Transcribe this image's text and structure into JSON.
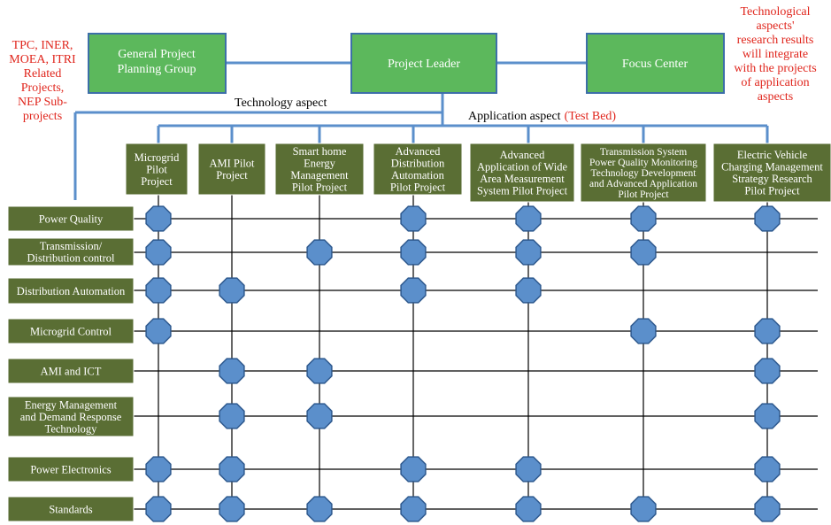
{
  "top_boxes": {
    "planning": "General Project Planning Group",
    "leader": "Project Leader",
    "focus": "Focus Center"
  },
  "side_notes": {
    "left": [
      "TPC, INER,",
      "MOEA, ITRI",
      "Related",
      "Projects,",
      "NEP Sub-",
      "projects"
    ],
    "right": [
      "Technological",
      "aspects'",
      "research results",
      "will integrate",
      "with the projects",
      "of application",
      "aspects"
    ]
  },
  "labels": {
    "technology_aspect": "Technology aspect",
    "application_aspect": "Application aspect",
    "test_bed": "(Test Bed)"
  },
  "projects": [
    [
      "Microgrid",
      "Pilot",
      "Project"
    ],
    [
      "AMI Pilot",
      "Project"
    ],
    [
      "Smart home",
      "Energy",
      "Management",
      "Pilot Project"
    ],
    [
      "Advanced",
      "Distribution",
      "Automation",
      "Pilot Project"
    ],
    [
      "Advanced",
      "Application of Wide",
      "Area Measurement",
      "System Pilot Project"
    ],
    [
      "Transmission System",
      "Power Quality Monitoring",
      "Technology Development",
      "and Advanced Application",
      "Pilot Project"
    ],
    [
      "Electric Vehicle",
      "Charging Management",
      "Strategy Research",
      "Pilot Project"
    ]
  ],
  "technologies": [
    [
      "Power Quality"
    ],
    [
      "Transmission/",
      "Distribution control"
    ],
    [
      "Distribution Automation"
    ],
    [
      "Microgrid Control"
    ],
    [
      "AMI and ICT"
    ],
    [
      "Energy Management",
      "and Demand Response",
      "Technology"
    ],
    [
      "Power Electronics"
    ],
    [
      "Standards"
    ]
  ],
  "matrix": [
    [
      1,
      0,
      0,
      1,
      1,
      1,
      1
    ],
    [
      1,
      0,
      1,
      1,
      1,
      1,
      0
    ],
    [
      1,
      1,
      0,
      1,
      1,
      0,
      0
    ],
    [
      1,
      0,
      0,
      0,
      0,
      1,
      1
    ],
    [
      0,
      1,
      1,
      0,
      0,
      0,
      1
    ],
    [
      0,
      1,
      1,
      0,
      0,
      0,
      1
    ],
    [
      1,
      1,
      0,
      1,
      1,
      0,
      1
    ],
    [
      1,
      1,
      1,
      1,
      1,
      1,
      1
    ]
  ],
  "colors": {
    "top_box_fill": "#5cb85c",
    "top_box_border": "#3d6fa8",
    "project_fill": "#5a6e34",
    "row_fill": "#5a6e34",
    "node_fill": "#5b8fcb",
    "node_stroke": "#2f5a8f",
    "connector": "#5b8fcb",
    "grid_line": "#000000",
    "note_red": "#e0261d"
  }
}
